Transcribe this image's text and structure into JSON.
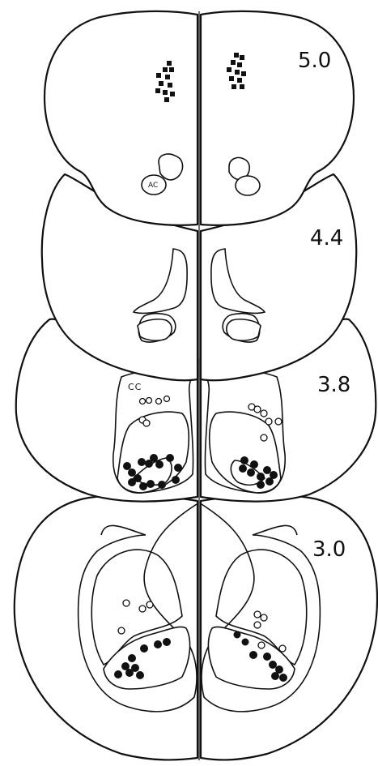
{
  "figure": {
    "levels": [
      "5.0",
      "4.4",
      "3.8",
      "3.0"
    ],
    "structure_labels": {
      "ac": "AC",
      "cc": "CC"
    }
  }
}
